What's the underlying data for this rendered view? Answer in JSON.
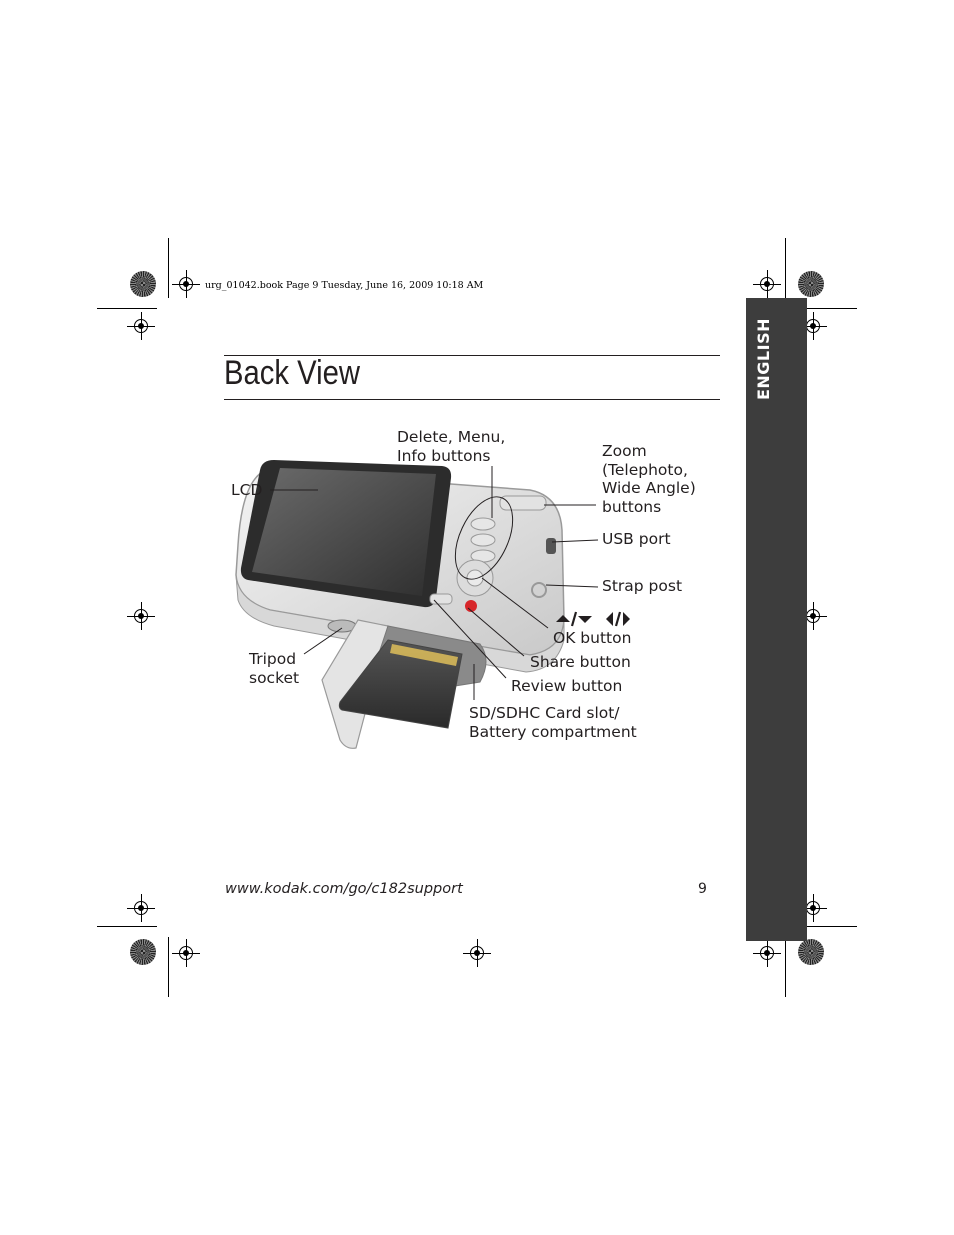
{
  "print_header": "urg_01042.book  Page 9  Tuesday, June 16, 2009  10:18 AM",
  "page_title": "Back View",
  "sidebar_language": "ENGLISH",
  "callouts": {
    "delete_menu_info": "Delete, Menu,\nInfo buttons",
    "zoom": "Zoom\n(Telephoto,\nWide Angle)\nbuttons",
    "lcd": "LCD",
    "usb_port": "USB port",
    "strap_post": "Strap post",
    "ok_button": "OK button",
    "share_button": "Share button",
    "tripod_socket": "Tripod\nsocket",
    "review_button": "Review button",
    "sd_card_slot": "SD/SDHC Card slot/\nBattery compartment"
  },
  "footer": {
    "url": "www.kodak.com/go/c182support",
    "page_number": "9"
  },
  "colors": {
    "sidebar": "#3d3d3d",
    "text": "#231f20",
    "share_button": "#d7262a"
  }
}
